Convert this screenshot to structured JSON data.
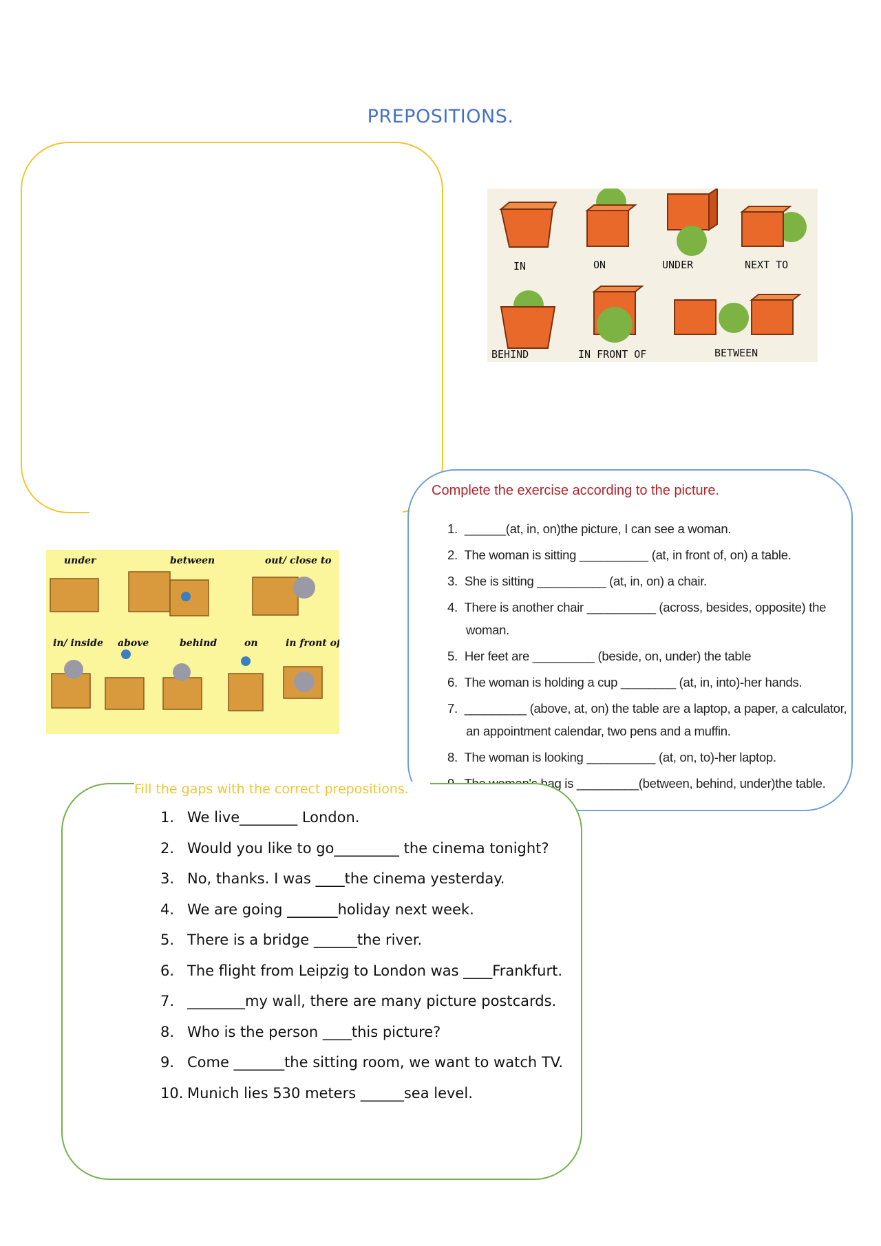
{
  "page_title": "PREPOSITIONS.",
  "figure_top": {
    "labels": [
      "IN",
      "ON",
      "UNDER",
      "NEXT TO",
      "BEHIND",
      "IN FRONT OF",
      "BETWEEN"
    ]
  },
  "figure_cats": {
    "labels": [
      "under",
      "between",
      "out/ close to",
      "in/ inside",
      "above",
      "behind",
      "on",
      "in front of"
    ]
  },
  "exercise_blue": {
    "title": "Complete the exercise according to the picture.",
    "items": [
      {
        "num": "1.",
        "text": "______(at, in, on)the picture, I can see a woman."
      },
      {
        "num": "2.",
        "text": "The woman is sitting __________ (at, in front of, on) a table."
      },
      {
        "num": "3.",
        "text": "She is sitting __________ (at, in, on) a chair."
      },
      {
        "num": "4.",
        "text": "There is another chair __________ (across, besides, opposite) the",
        "cont": "woman."
      },
      {
        "num": "5.",
        "text": "Her feet are _________ (beside, on, under) the table"
      },
      {
        "num": "6.",
        "text": "The woman is holding a cup ________ (at, in, into)-her hands."
      },
      {
        "num": "7.",
        "text": "_________ (above, at, on) the table are a laptop, a paper, a calculator,",
        "cont": "an appointment calendar, two pens and a muffin."
      },
      {
        "num": "8.",
        "text": "The woman is looking __________ (at, on, to)-her laptop."
      },
      {
        "num": "9.",
        "text": "The woman's bag is _________(between, behind, under)the table."
      }
    ]
  },
  "exercise_green": {
    "title": "Fill the gaps with the correct prepositions.",
    "items": [
      {
        "num": "1.",
        "text": "We live________ London."
      },
      {
        "num": "2.",
        "text": "Would you like to go_________ the cinema tonight?"
      },
      {
        "num": "3.",
        "text": "No, thanks. I was ____the cinema yesterday."
      },
      {
        "num": "4.",
        "text": "We are going _______holiday next week."
      },
      {
        "num": "5.",
        "text": "There is a bridge ______the river."
      },
      {
        "num": "6.",
        "text": "The flight from Leipzig to London was ____Frankfurt."
      },
      {
        "num": "7.",
        "text": "________my wall, there are many picture postcards."
      },
      {
        "num": "8.",
        "text": "Who is the person ____this picture?"
      },
      {
        "num": "9.",
        "text": "Come _______the sitting room, we want to watch TV."
      },
      {
        "num": "10.",
        "text": "Munich lies 530 meters ______sea level."
      }
    ]
  }
}
